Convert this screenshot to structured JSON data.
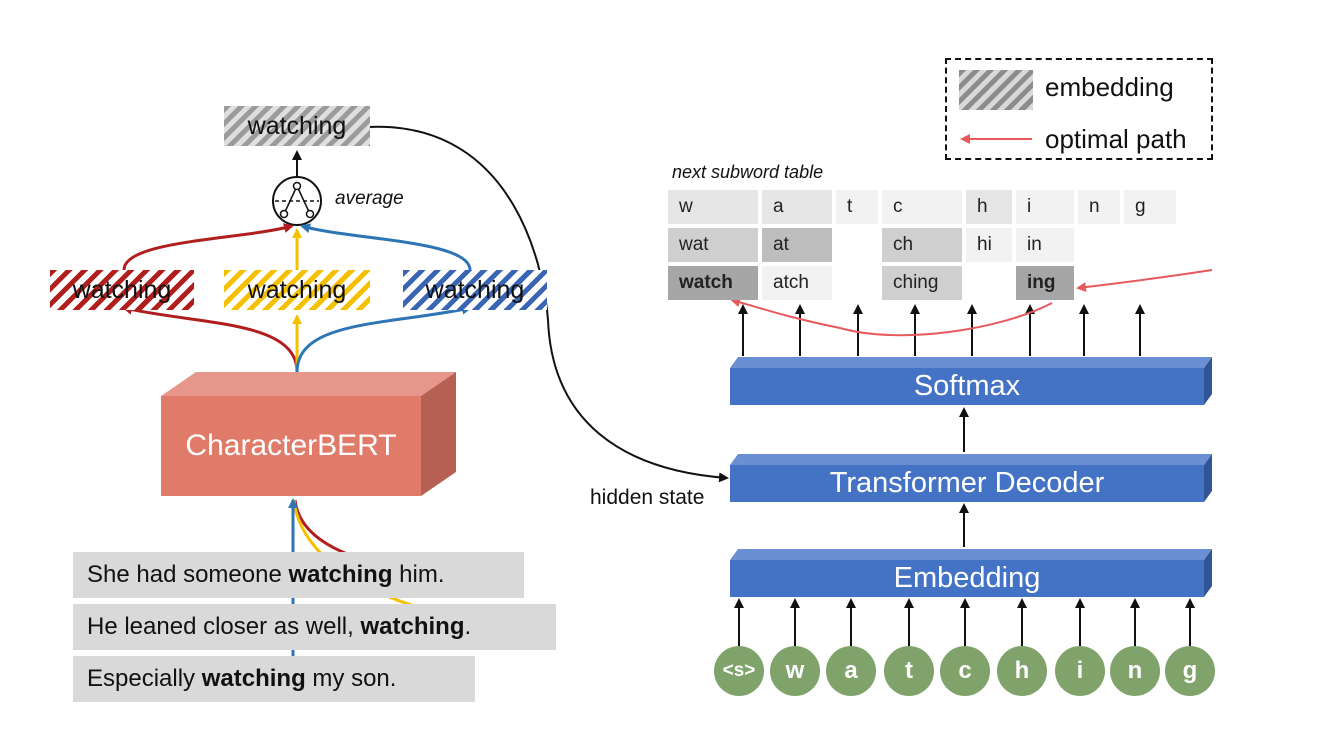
{
  "legend": {
    "embedding_label": "embedding",
    "optimal_path_label": "optimal path"
  },
  "left": {
    "top_word": "watching",
    "average_label": "average",
    "red_word": "watching",
    "yellow_word": "watching",
    "blue_word": "watching",
    "encoder_label": "CharacterBERT",
    "sentences": [
      {
        "pre": "She had someone ",
        "bold": "watching",
        "post": " him."
      },
      {
        "pre": "He leaned closer as well, ",
        "bold": "watching",
        "post": "."
      },
      {
        "pre": "Especially ",
        "bold": "watching",
        "post": " my son."
      }
    ]
  },
  "right": {
    "table_caption": "next subword table",
    "table": {
      "row1": [
        "w",
        "a",
        "t",
        "c",
        "h",
        "i",
        "n",
        "g"
      ],
      "row2": [
        "wat",
        "at",
        "ch",
        "hi",
        "in"
      ],
      "row3": [
        "watch",
        "atch",
        "ching",
        "ing"
      ]
    },
    "softmax_label": "Softmax",
    "decoder_label": "Transformer Decoder",
    "embedding_layer_label": "Embedding",
    "hidden_state_label": "hidden state",
    "tokens": [
      "<s>",
      "w",
      "a",
      "t",
      "c",
      "h",
      "i",
      "n",
      "g"
    ]
  },
  "colors": {
    "red": "#b01e1e",
    "yellow": "#f5c000",
    "blue": "#2e75b6",
    "encoder": "#e07b6a",
    "layer_blue": "#4472c4",
    "token_green": "#7fa36a",
    "optimal_path": "#e8595b"
  }
}
